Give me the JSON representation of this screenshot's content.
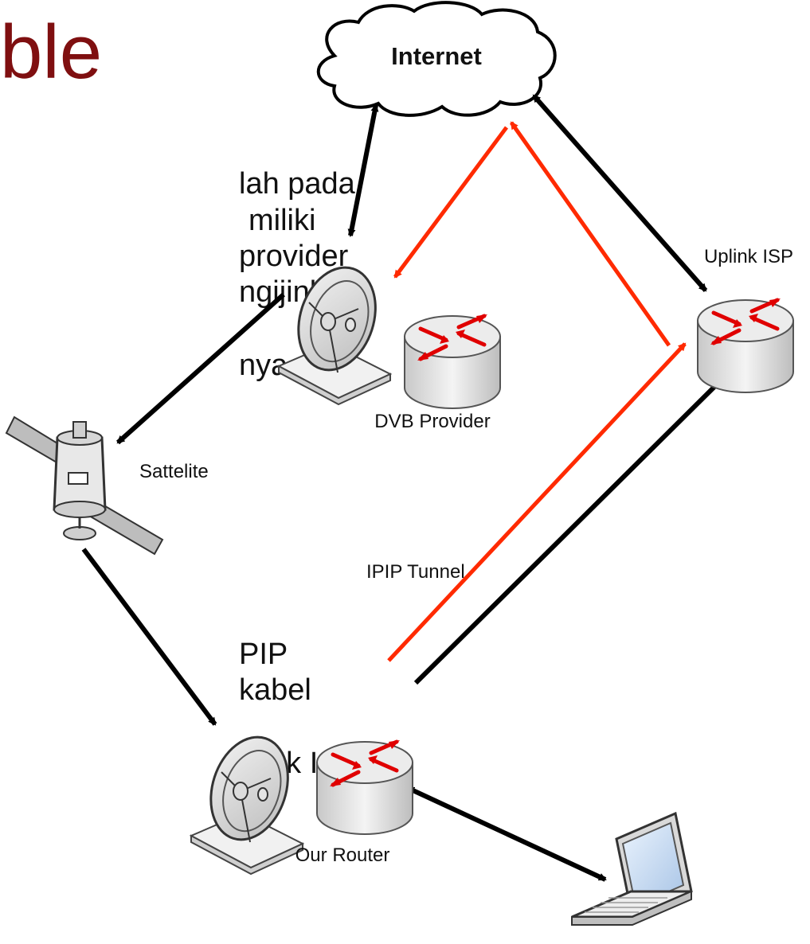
{
  "slide": {
    "title": "ble",
    "body_lines": [
      "lah pada",
      "miliki",
      "provider",
      "ngijinkan",
      "nya.",
      "PIP",
      "kabel",
      "plink ISP",
      "-"
    ]
  },
  "diagram": {
    "nodes": {
      "internet": "Internet",
      "uplink_isp": "Uplink ISP",
      "dvb_provider": "DVB Provider",
      "satellite": "Sattelite",
      "our_router": "Our Router"
    },
    "tunnel_label": "IPIP Tunnel",
    "colors": {
      "link": "#000000",
      "tunnel": "#ff2a00",
      "title": "#7f0f10",
      "router_arrow": "#e00000"
    }
  }
}
